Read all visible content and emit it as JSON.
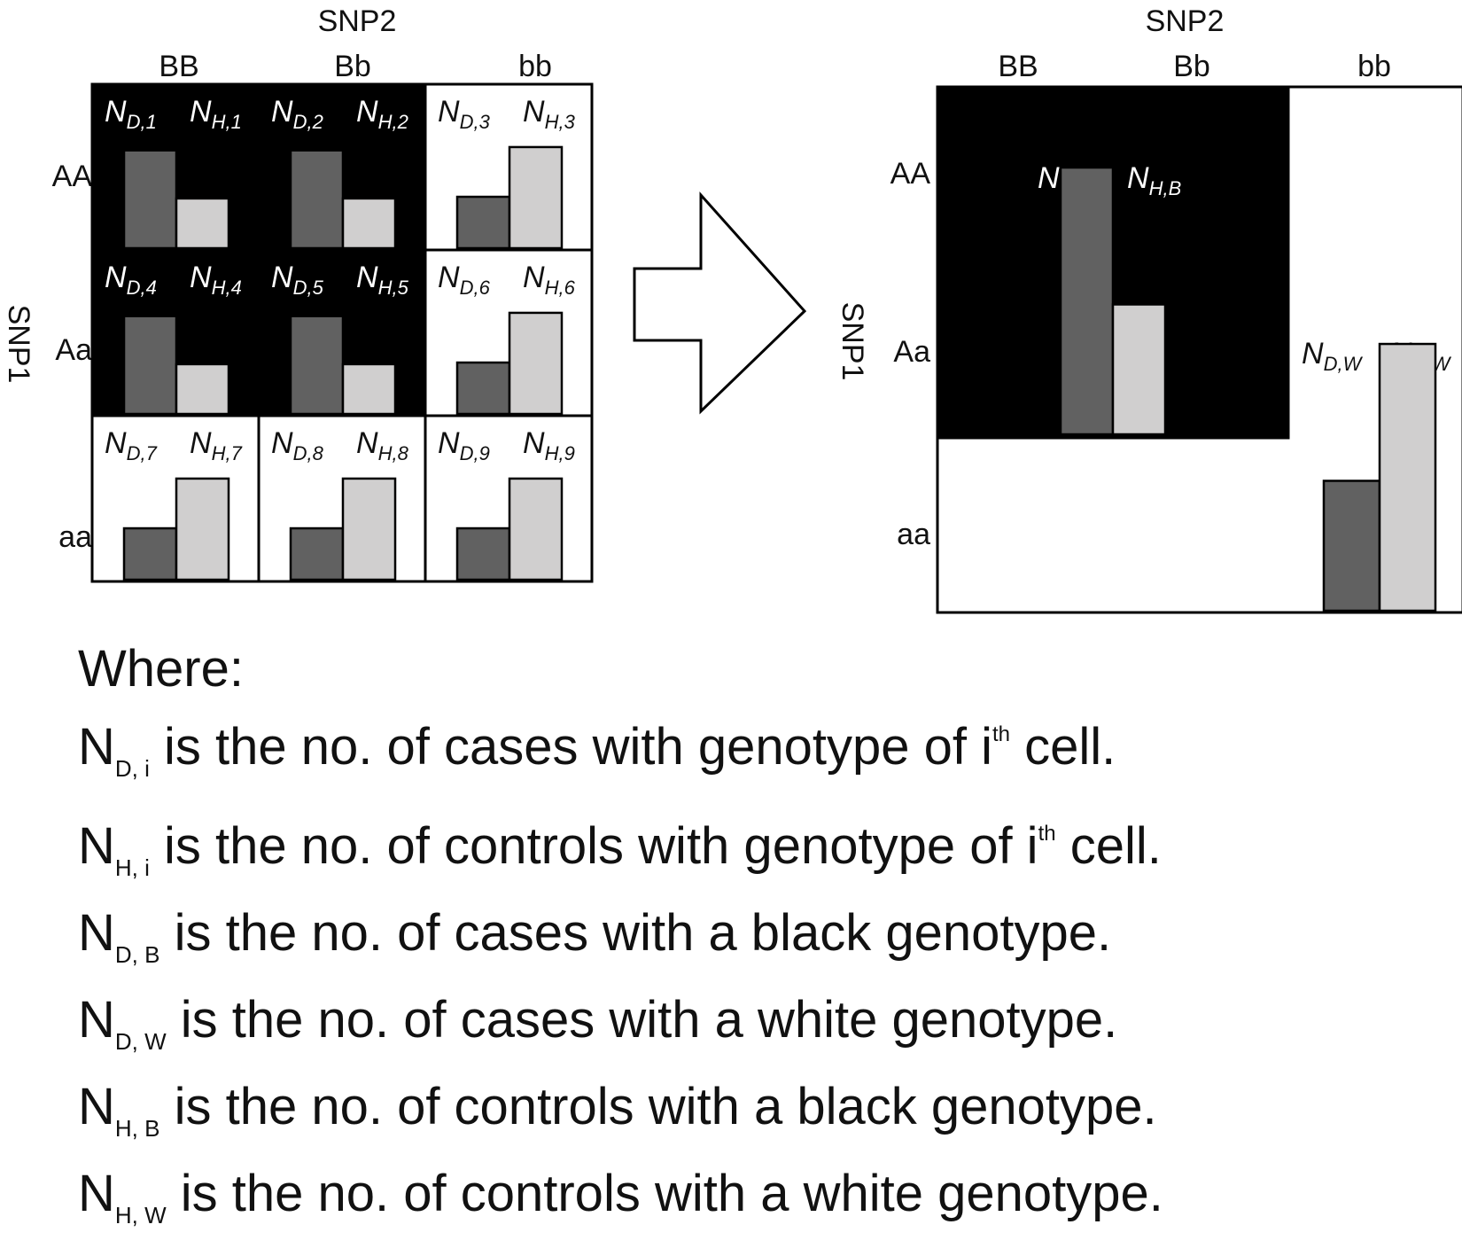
{
  "left_grid": {
    "col_axis_title": "SNP2",
    "row_axis_title": "SNP1",
    "col_labels": [
      "BB",
      "Bb",
      "bb"
    ],
    "row_labels": [
      "AA",
      "Aa",
      "aa"
    ],
    "cells": [
      {
        "fill": "black",
        "nd": "N",
        "nd_sub": "D,1",
        "nh": "N",
        "nh_sub": "H,1",
        "case_level": 0.59,
        "control_level": 0.3
      },
      {
        "fill": "black",
        "nd": "N",
        "nd_sub": "D,2",
        "nh": "N",
        "nh_sub": "H,2",
        "case_level": 0.59,
        "control_level": 0.3
      },
      {
        "fill": "white",
        "nd": "N",
        "nd_sub": "D,3",
        "nh": "N",
        "nh_sub": "H,3",
        "case_level": 0.31,
        "control_level": 0.61
      },
      {
        "fill": "black",
        "nd": "N",
        "nd_sub": "D,4",
        "nh": "N",
        "nh_sub": "H,4",
        "case_level": 0.59,
        "control_level": 0.3
      },
      {
        "fill": "black",
        "nd": "N",
        "nd_sub": "D,5",
        "nh": "N",
        "nh_sub": "H,5",
        "case_level": 0.59,
        "control_level": 0.3
      },
      {
        "fill": "white",
        "nd": "N",
        "nd_sub": "D,6",
        "nh": "N",
        "nh_sub": "H,6",
        "case_level": 0.31,
        "control_level": 0.61
      },
      {
        "fill": "white",
        "nd": "N",
        "nd_sub": "D,7",
        "nh": "N",
        "nh_sub": "H,7",
        "case_level": 0.31,
        "control_level": 0.61
      },
      {
        "fill": "white",
        "nd": "N",
        "nd_sub": "D,8",
        "nh": "N",
        "nh_sub": "H,8",
        "case_level": 0.31,
        "control_level": 0.61
      },
      {
        "fill": "white",
        "nd": "N",
        "nd_sub": "D,9",
        "nh": "N",
        "nh_sub": "H,9",
        "case_level": 0.31,
        "control_level": 0.61
      }
    ]
  },
  "right_grid": {
    "col_axis_title": "SNP2",
    "row_axis_title": "SNP1",
    "col_labels": [
      "BB",
      "Bb",
      "bb"
    ],
    "row_labels": [
      "AA",
      "Aa",
      "aa"
    ],
    "black_group": {
      "nd": "N",
      "nd_sub": "D,B",
      "nh": "N",
      "nh_sub": "H,B",
      "case_level": 0.76,
      "control_level": 0.37
    },
    "white_group": {
      "nd": "N",
      "nd_sub": "D,W",
      "nh": "N",
      "nh_sub": "H,W",
      "case_level": 0.37,
      "control_level": 0.76
    }
  },
  "colors": {
    "black_cell": "#000000",
    "white_cell": "#ffffff",
    "case_bar": "#616161",
    "control_bar": "#d0cfcf",
    "outline": "#000000"
  },
  "legend": {
    "heading": "Where:",
    "items": [
      {
        "main": "N",
        "sub": "D, i",
        "text_before": " is the no. of cases with genotype of i",
        "sup": "th",
        "text_after": " cell."
      },
      {
        "main": "N",
        "sub": "H, i",
        "text_before": " is the no. of controls with genotype of i",
        "sup": "th",
        "text_after": " cell."
      },
      {
        "main": "N",
        "sub": "D, B",
        "text_before": " is the no. of cases with a black genotype.",
        "sup": "",
        "text_after": ""
      },
      {
        "main": "N",
        "sub": "D, W",
        "text_before": " is the no. of cases with a white genotype.",
        "sup": "",
        "text_after": ""
      },
      {
        "main": "N",
        "sub": "H, B",
        "text_before": " is the no. of controls with a black genotype.",
        "sup": "",
        "text_after": ""
      },
      {
        "main": "N",
        "sub": "H, W",
        "text_before": " is the no. of controls with a white genotype.",
        "sup": "",
        "text_after": ""
      }
    ]
  }
}
